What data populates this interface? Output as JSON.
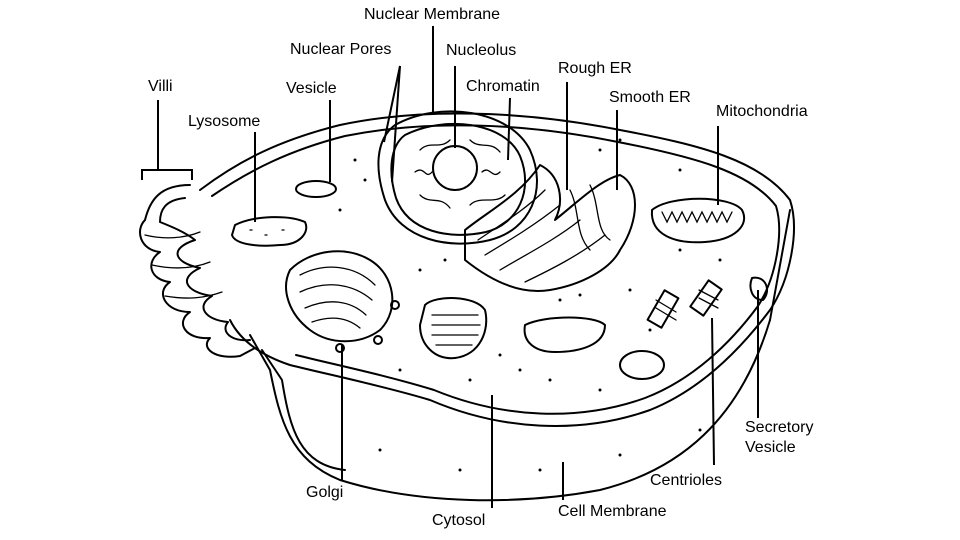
{
  "labels": {
    "nuclear_membrane": "Nuclear Membrane",
    "nuclear_pores": "Nuclear Pores",
    "nucleolus": "Nucleolus",
    "villi": "Villi",
    "vesicle": "Vesicle",
    "chromatin": "Chromatin",
    "rough_er": "Rough ER",
    "smooth_er": "Smooth ER",
    "mitochondria": "Mitochondria",
    "lysosome": "Lysosome",
    "secretory_vesicle_line1": "Secretory",
    "secretory_vesicle_line2": "Vesicle",
    "centrioles": "Centrioles",
    "golgi": "Golgi",
    "cytosol": "Cytosol",
    "cell_membrane": "Cell Membrane"
  }
}
